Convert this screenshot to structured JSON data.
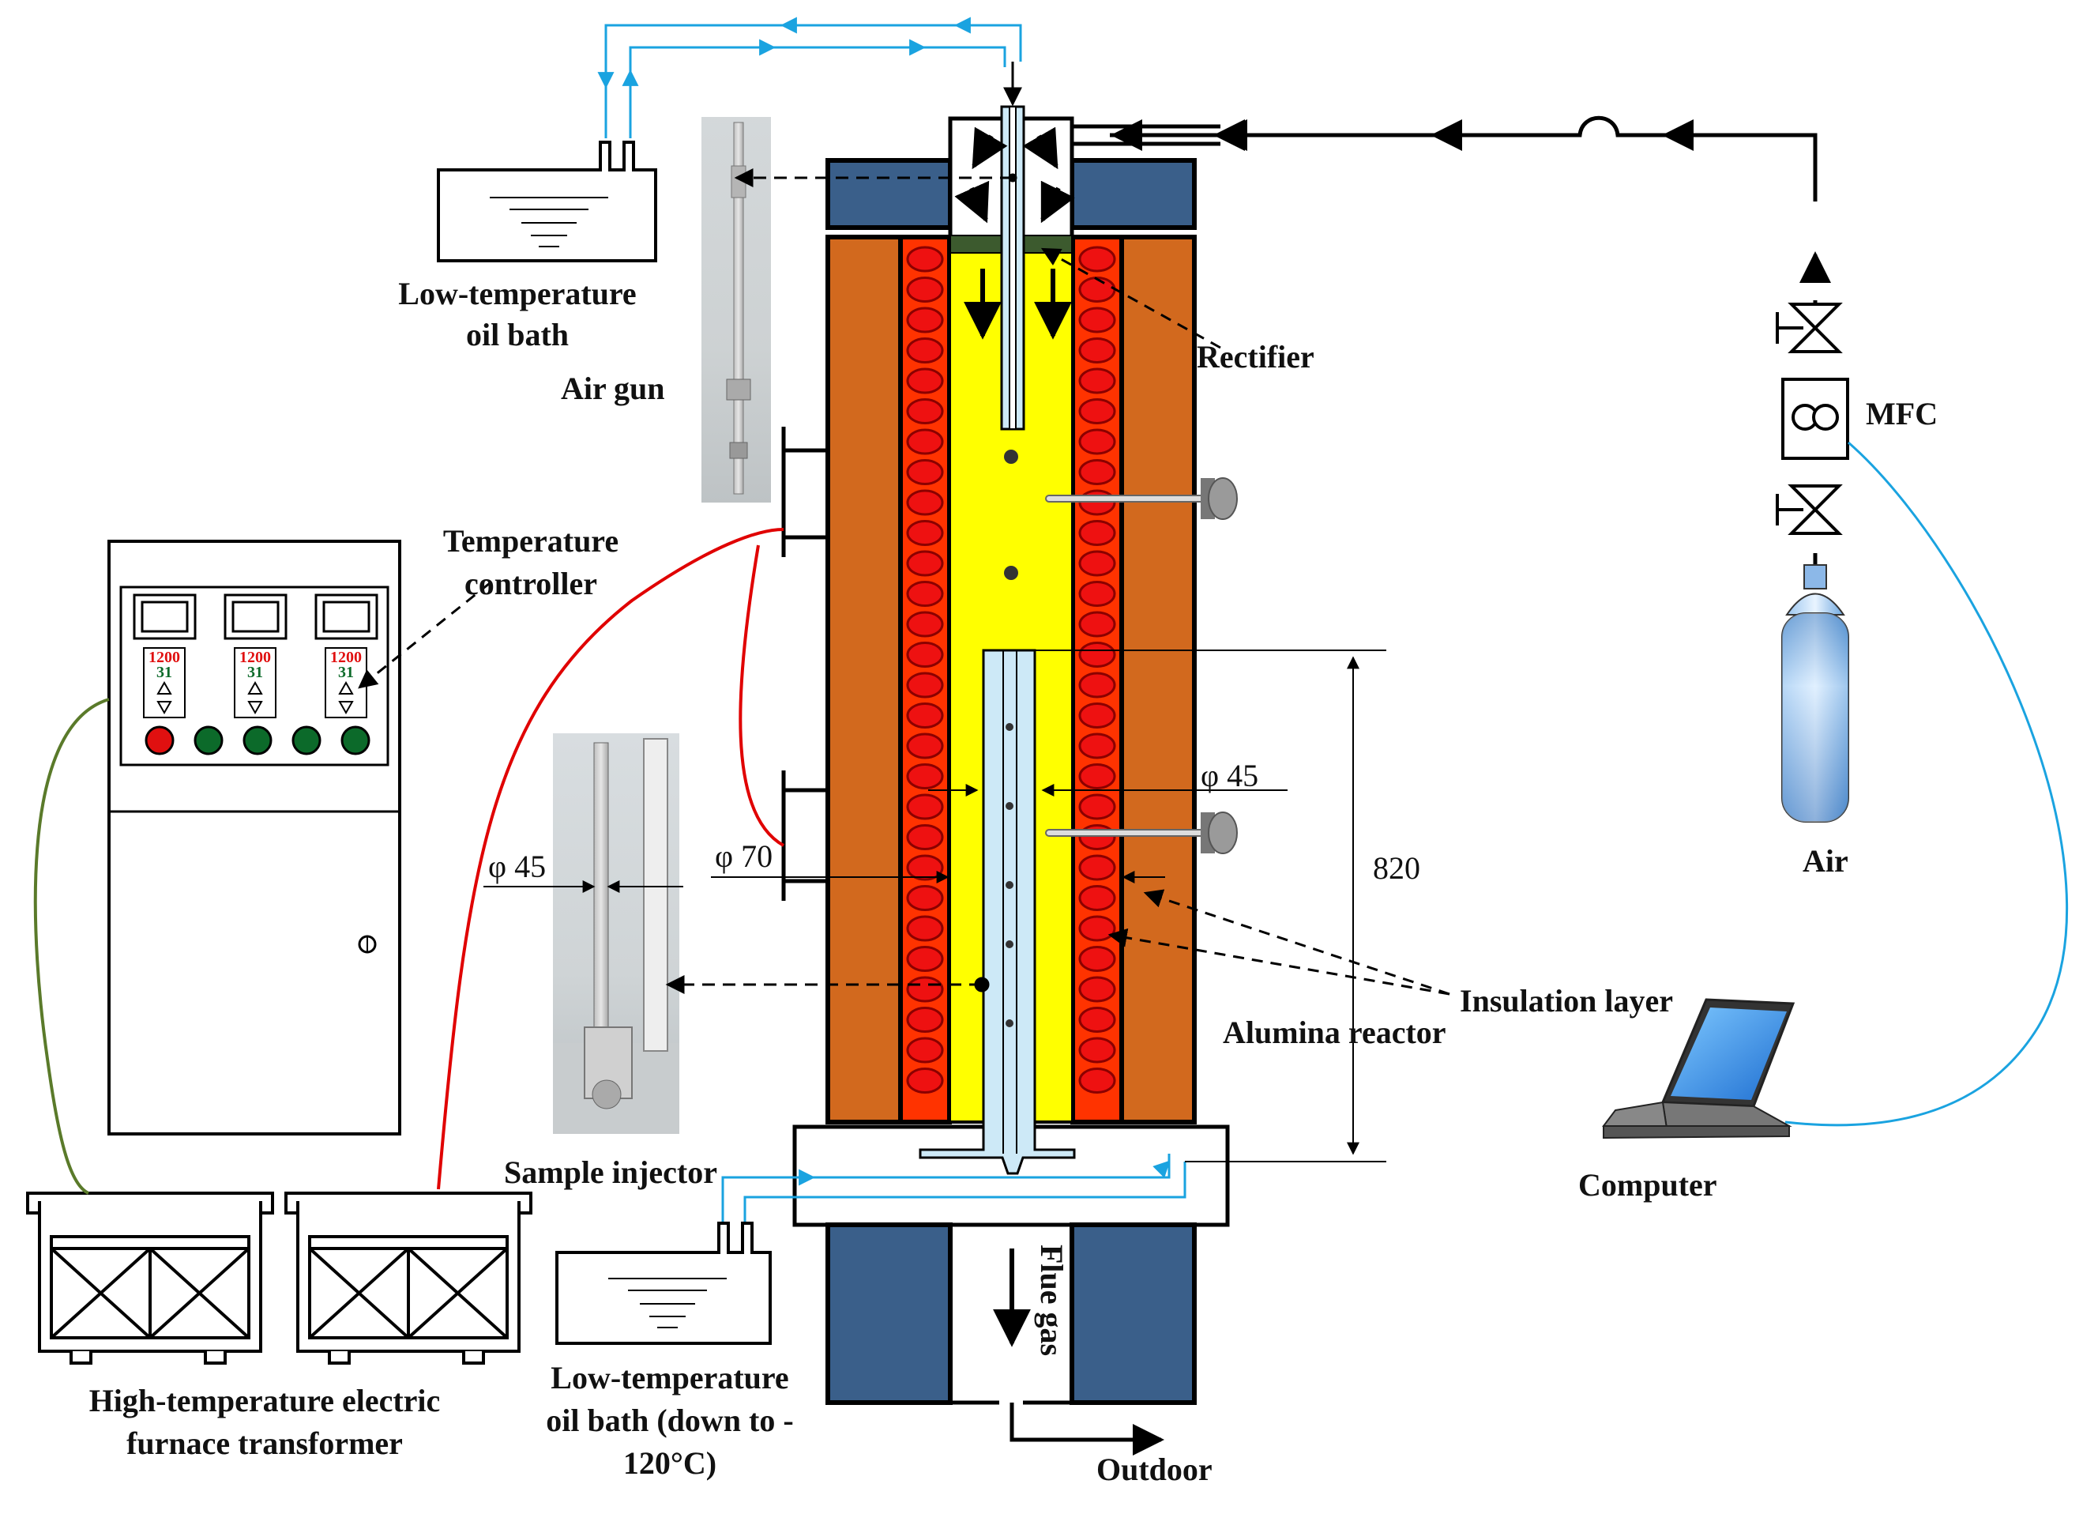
{
  "labels": {
    "oil_bath_top": [
      "Low-temperature",
      "oil bath"
    ],
    "air_gun": "Air gun",
    "rectifier": "Rectifier",
    "mfc": "MFC",
    "air": "Air",
    "temperature_controller": [
      "Temperature",
      "controller"
    ],
    "insulation_layer": "Insulation layer",
    "alumina_reactor": "Alumina reactor",
    "computer": "Computer",
    "sample_injector": "Sample injector",
    "flue_gas": "Flue gas",
    "outdoor": "Outdoor",
    "oil_bath_bottom": [
      "Low-temperature",
      "oil bath (down to -",
      "120°C)"
    ],
    "transformer": [
      "High-temperature electric",
      "furnace transformer"
    ]
  },
  "dimensions": {
    "reactor_length": "820",
    "inner_diameter_reactor": "φ 45",
    "inner_diameter_injector": "φ 45",
    "outer_diameter": "φ 70"
  },
  "controller_display": {
    "setpoint": "1200",
    "reading": "31",
    "indicator_colors": [
      "#e01010",
      "#0c6a2a",
      "#0c6a2a",
      "#0c6a2a",
      "#0c6a2a"
    ]
  },
  "colors": {
    "insulation": "#d2691e",
    "heater": "#ff3300",
    "heater_coil": "#ee1111",
    "reactor_zone": "#ffff00",
    "end_caps": "#3a5f8a",
    "coolant_line": "#1aa3e0",
    "thermocouple_wire": "#e00000",
    "ground_wire": "#5a7a2a"
  }
}
